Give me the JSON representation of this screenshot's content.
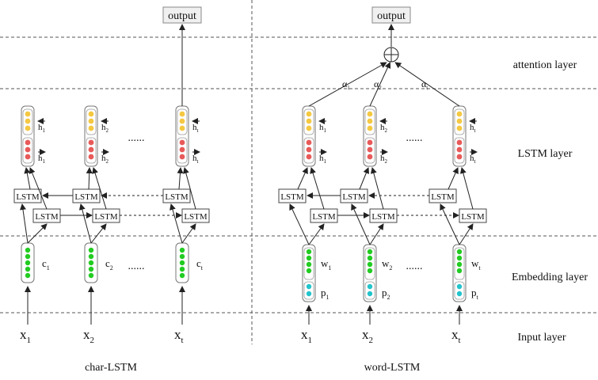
{
  "layers": [
    "attention layer",
    "LSTM layer",
    "Embedding layer",
    "Input layer"
  ],
  "sections": [
    "char-LSTM",
    "word-LSTM"
  ],
  "output_label": "output",
  "lstm_label": "LSTM",
  "ellipsis": "......",
  "char": {
    "x_labels": [
      "x1",
      "x2",
      "xt"
    ],
    "c_labels": [
      "c1",
      "c2",
      "ct"
    ],
    "h_labels": [
      "h1",
      "h2",
      "ht"
    ]
  },
  "word": {
    "x_labels": [
      "x1",
      "x2",
      "xt"
    ],
    "w_labels": [
      "w1",
      "w2",
      "wt"
    ],
    "p_labels": [
      "p1",
      "p2",
      "pt"
    ],
    "h_labels": [
      "h1",
      "h2",
      "ht"
    ],
    "alpha_labels": [
      "α1",
      "α2",
      "αt"
    ]
  },
  "colors": {
    "yellow": "#f5c842",
    "red": "#e85a5a",
    "green": "#22cc22",
    "cyan": "#22c4cc"
  }
}
